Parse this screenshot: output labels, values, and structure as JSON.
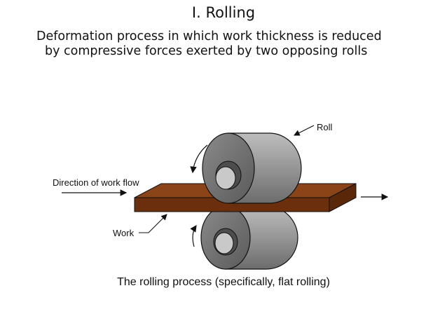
{
  "slide": {
    "title": "I. Rolling",
    "subtitle_line1": "Deformation process in which work thickness is reduced",
    "subtitle_line2": "by compressive forces exerted by two opposing rolls",
    "caption": "The rolling process (specifically, flat rolling)"
  },
  "diagram": {
    "labels": {
      "roll": "Roll",
      "direction": "Direction of work flow",
      "work": "Work"
    },
    "colors": {
      "work_top": "#8a4418",
      "work_front": "#6b2f0d",
      "roll_body": "#9a9a9a",
      "roll_end": "#6e6e6e",
      "outline": "#111111"
    }
  }
}
